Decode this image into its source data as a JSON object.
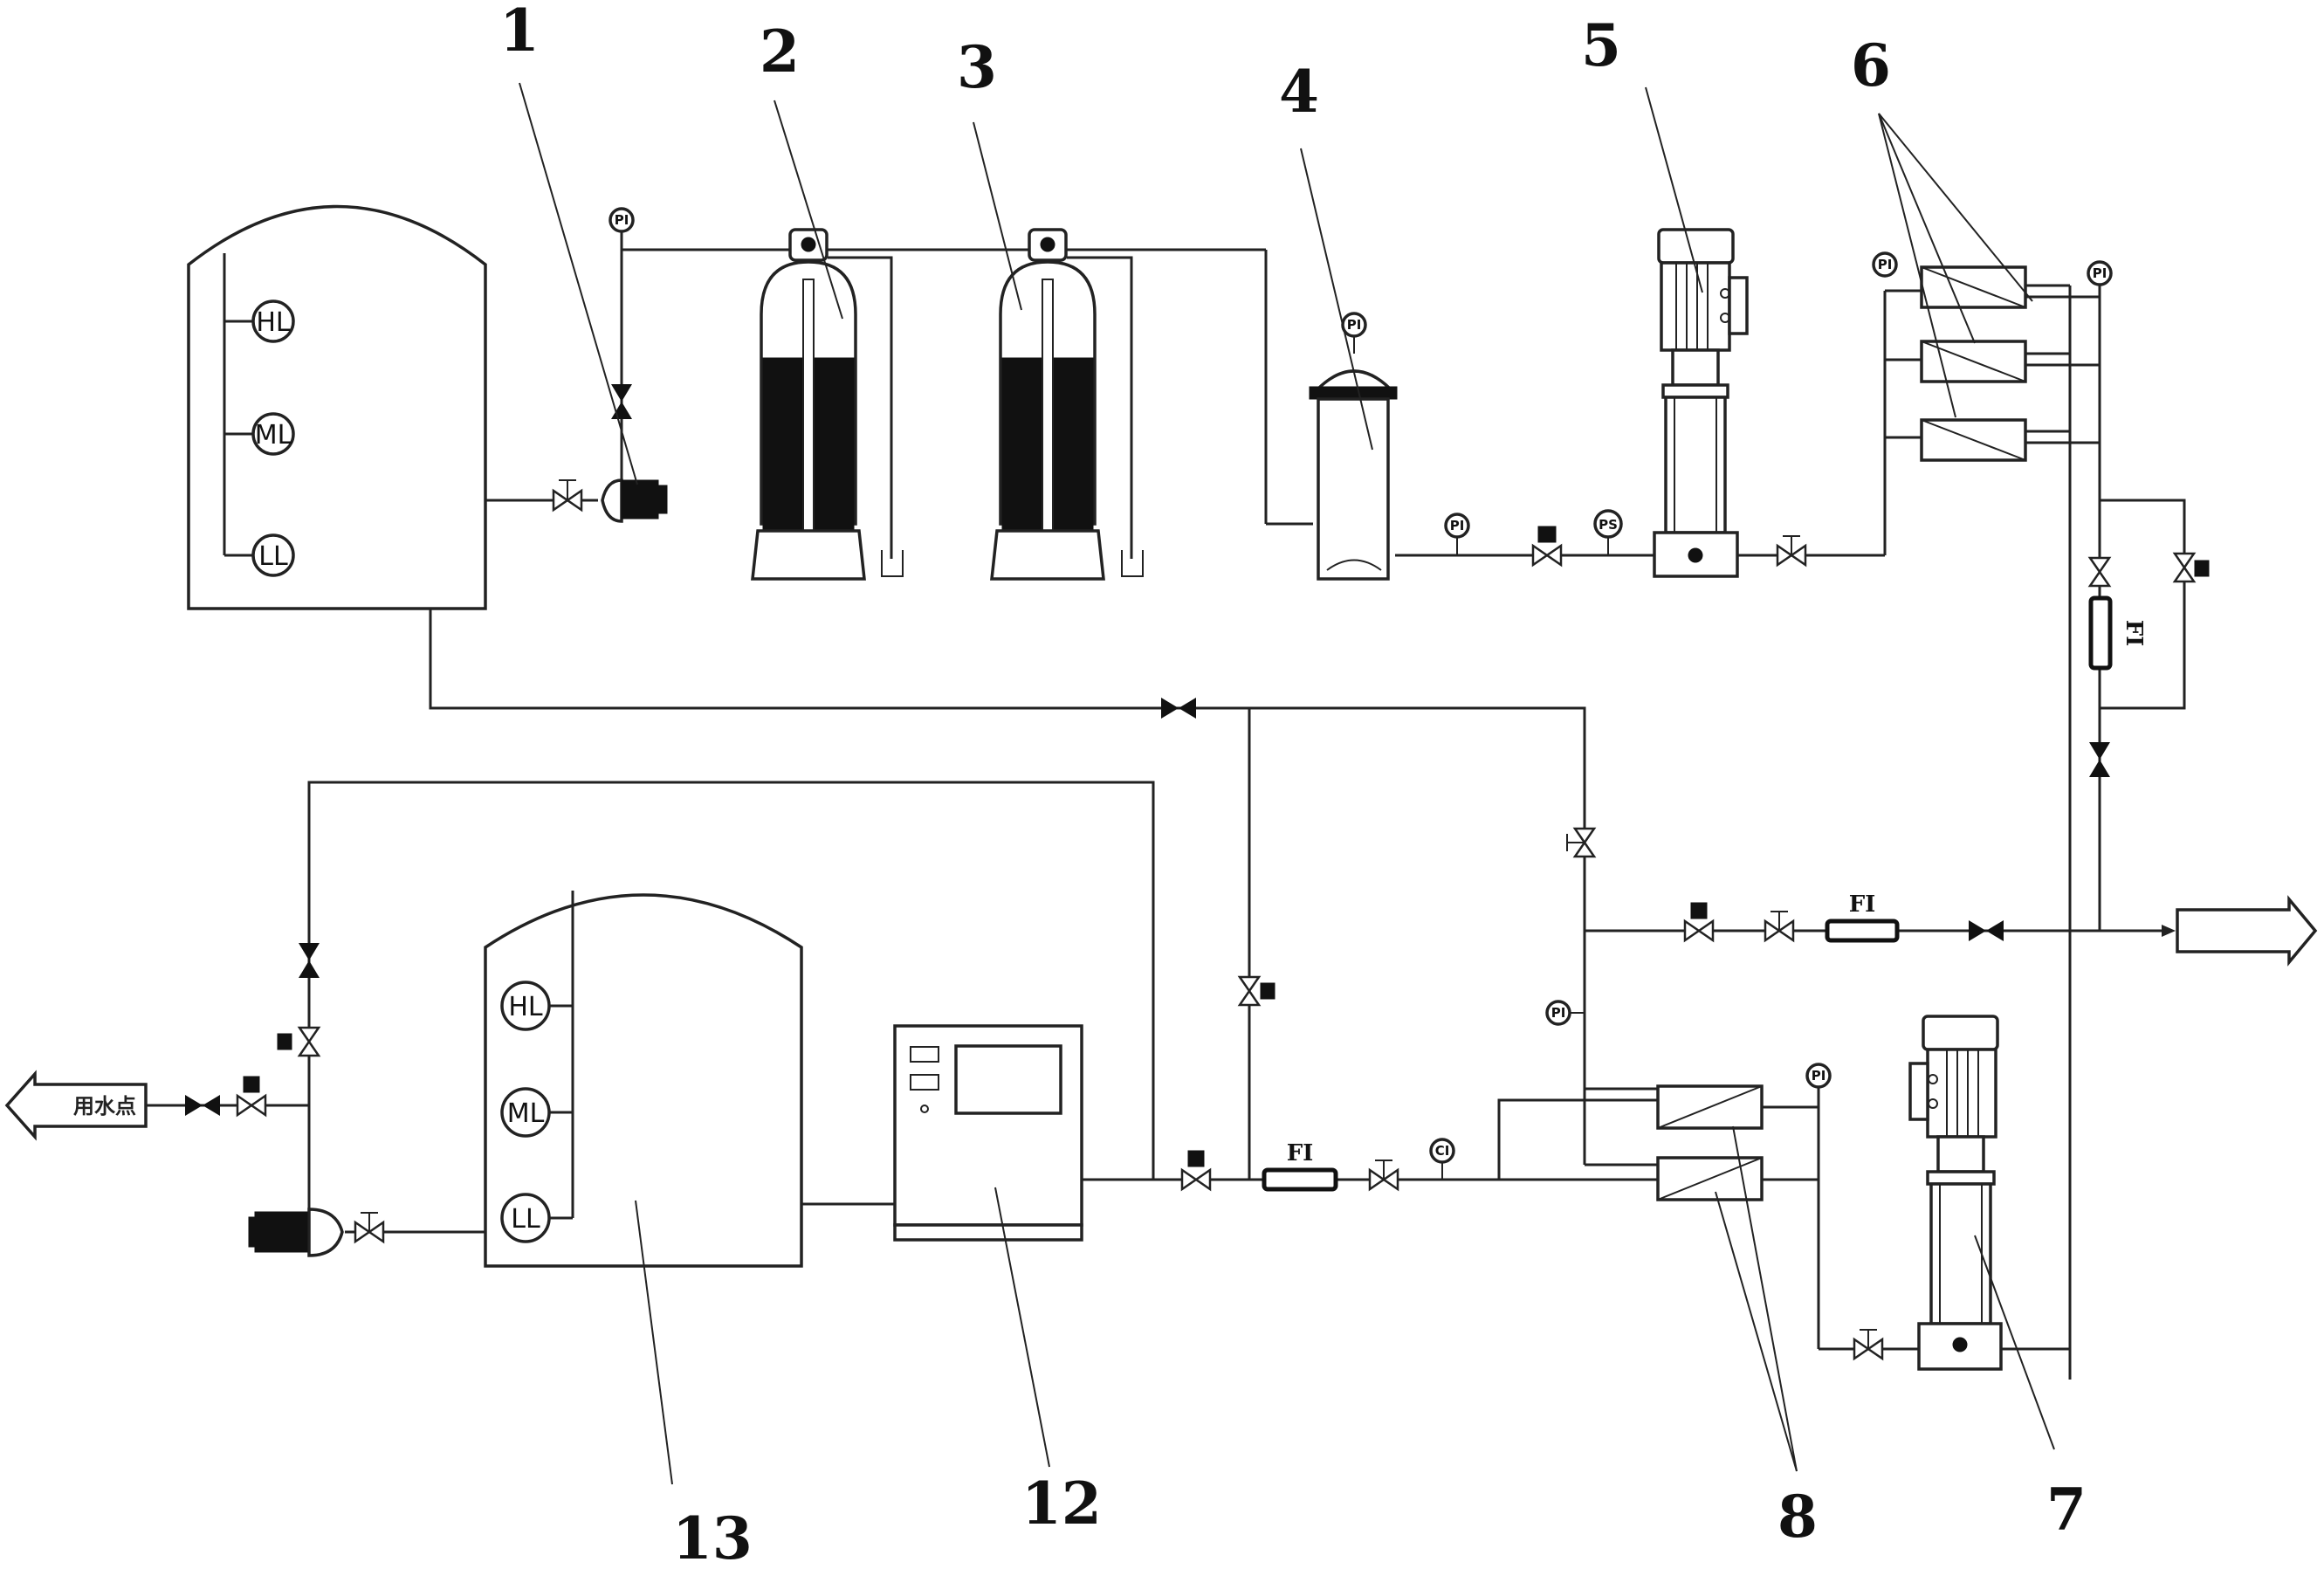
{
  "diagram": {
    "type": "water-treatment-process-flow",
    "callouts": [
      {
        "id": "1",
        "label": "1",
        "component": "raw-water-pump"
      },
      {
        "id": "2",
        "label": "2",
        "component": "multimedia-filter"
      },
      {
        "id": "3",
        "label": "3",
        "component": "activated-carbon-filter"
      },
      {
        "id": "4",
        "label": "4",
        "component": "security-filter"
      },
      {
        "id": "5",
        "label": "5",
        "component": "high-pressure-pump-1"
      },
      {
        "id": "6",
        "label": "6",
        "component": "first-stage-ro-membranes"
      },
      {
        "id": "7",
        "label": "7",
        "component": "high-pressure-pump-2"
      },
      {
        "id": "8",
        "label": "8",
        "component": "second-stage-ro-membranes"
      },
      {
        "id": "12",
        "label": "12",
        "component": "control-cabinet"
      },
      {
        "id": "13",
        "label": "13",
        "component": "pure-water-tank"
      }
    ],
    "tank_level_switches": [
      "HL",
      "ML",
      "LL"
    ],
    "instruments": {
      "pressure_gauge": "PI",
      "pressure_switch": "PS",
      "conductivity": "CI",
      "flow_indicator": "FI"
    },
    "outlets": {
      "product_outlet_label": "",
      "use_point_label": "用水点"
    }
  }
}
